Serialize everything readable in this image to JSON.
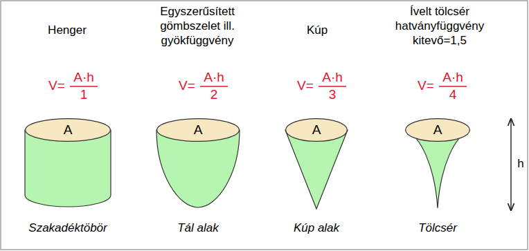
{
  "diagram": {
    "nodes": [
      {
        "text": [
          "A"
        ]
      },
      {
        "text": [
          "A"
        ]
      },
      {
        "text": [
          "A"
        ]
      },
      {
        "text": [
          "A"
        ]
      }
    ],
    "labels": [
      "Henger",
      "Egyszerűsített gömbszelet ill. gyökfüggvény",
      "Kúp",
      "Ívelt tölcsér hatványfüggvény kitevő=1,5",
      "V=",
      "A·h",
      "1",
      "V=",
      "A·h",
      "2",
      "V=",
      "A·h",
      "3",
      "V=",
      "A·h",
      "4",
      "Szakadéktöbör",
      "Tál alak",
      "Kúp alak",
      "Tölcsér",
      "h"
    ]
  }
}
